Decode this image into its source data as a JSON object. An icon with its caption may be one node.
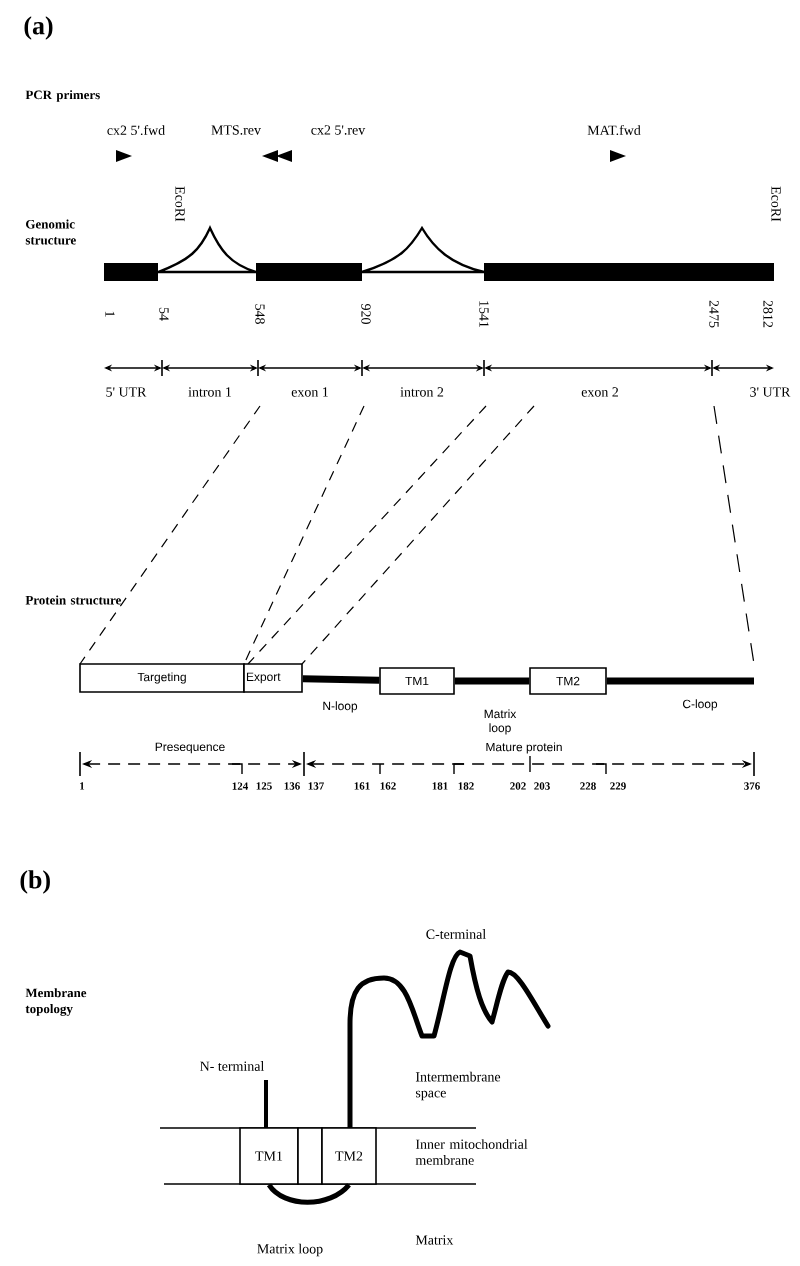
{
  "diagram": {
    "nodes": [
      {
        "text": [
          "Targeting"
        ]
      },
      {
        "text": [
          "Export"
        ]
      },
      {
        "text": [
          "TM1"
        ]
      },
      {
        "text": [
          "TM2"
        ]
      },
      {
        "text": [
          "TM1"
        ]
      },
      {
        "text": [],
        "shape": "box"
      },
      {
        "text": [
          "TM2"
        ]
      }
    ],
    "edges": [
      {
        "from": 1,
        "to": 2,
        "arrow": "none",
        "label": "N-loop"
      },
      {
        "from": 2,
        "to": 3,
        "arrow": "none",
        "label": "Matrix loop"
      },
      {
        "from": 3,
        "to": null,
        "arrow": "none",
        "label": "C-loop"
      },
      {
        "from": 4,
        "to": 6,
        "arrow": "none"
      }
    ],
    "labels": [
      "(a)",
      "PCR primers",
      "cx2 5'.fwd",
      "MTS.rev",
      "cx2 5'.rev",
      "MAT.fwd",
      "Genomic structure",
      "EcoRI",
      "EcoRI",
      "1",
      "54",
      "548",
      "920",
      "1541",
      "2475",
      "2812",
      "5' UTR",
      "intron 1",
      "exon 1",
      "intron 2",
      "exon 2",
      "3' UTR",
      "Protein structure",
      "Presequence",
      "Mature protein",
      "1",
      "124",
      "125",
      "136",
      "137",
      "161",
      "162",
      "181",
      "182",
      "202",
      "203",
      "228",
      "229",
      "376",
      "(b)",
      "Membrane topology",
      "C-terminal",
      "N- terminal",
      "Intermembrane space",
      "Inner mitochondrial membrane",
      "Matrix loop",
      "Matrix"
    ]
  }
}
